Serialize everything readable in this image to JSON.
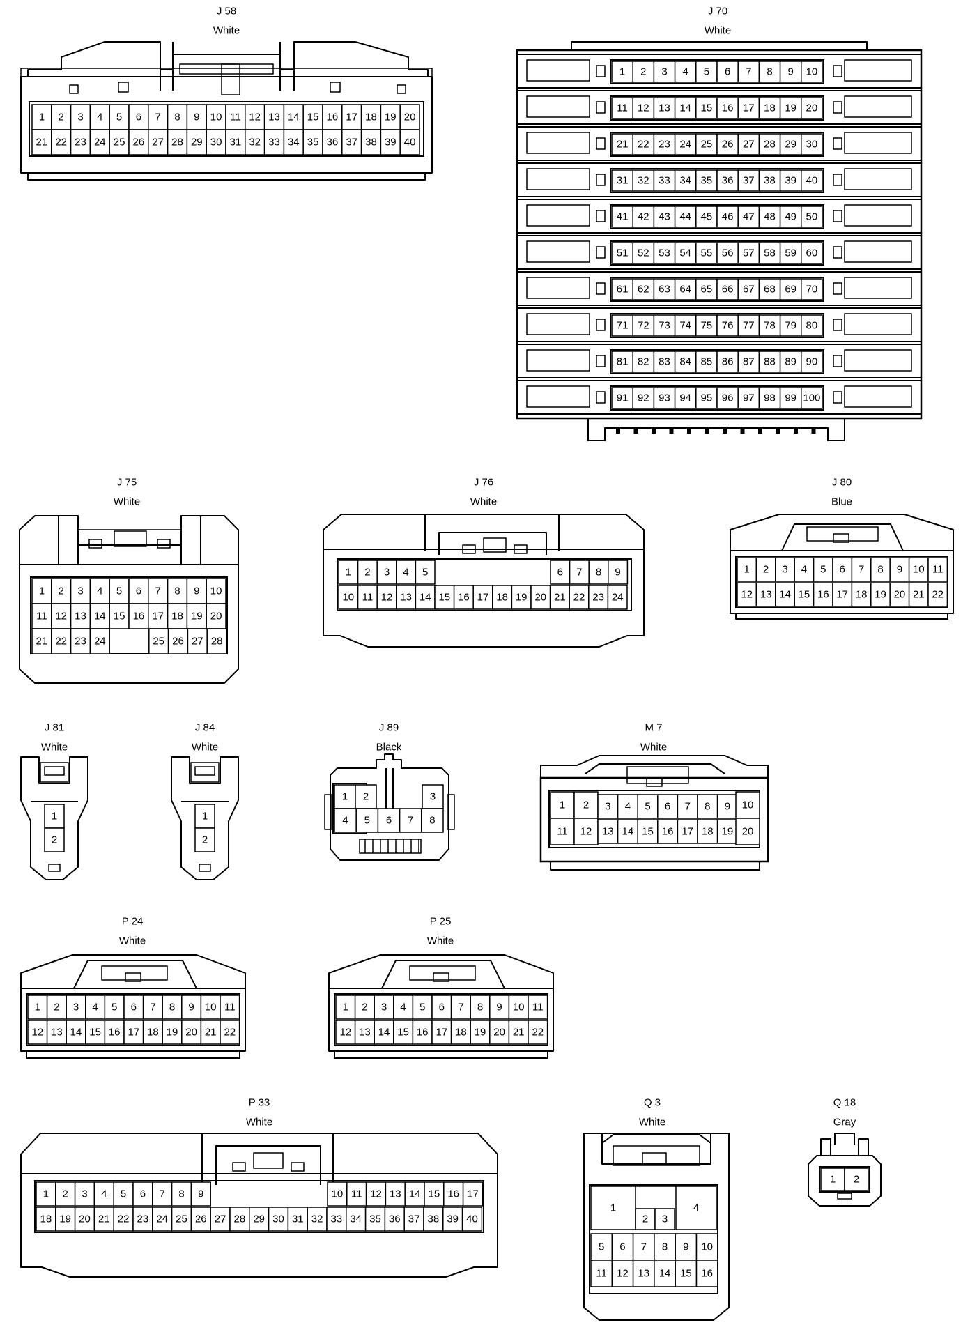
{
  "connectors": {
    "J58": {
      "id": "J 58",
      "color": "White",
      "pins": [
        "1",
        "2",
        "3",
        "4",
        "5",
        "6",
        "7",
        "8",
        "9",
        "10",
        "11",
        "12",
        "13",
        "14",
        "15",
        "16",
        "17",
        "18",
        "19",
        "20",
        "21",
        "22",
        "23",
        "24",
        "25",
        "26",
        "27",
        "28",
        "29",
        "30",
        "31",
        "32",
        "33",
        "34",
        "35",
        "36",
        "37",
        "38",
        "39",
        "40"
      ]
    },
    "J70": {
      "id": "J 70",
      "color": "White",
      "pins": [
        "1",
        "2",
        "3",
        "4",
        "5",
        "6",
        "7",
        "8",
        "9",
        "10",
        "11",
        "12",
        "13",
        "14",
        "15",
        "16",
        "17",
        "18",
        "19",
        "20",
        "21",
        "22",
        "23",
        "24",
        "25",
        "26",
        "27",
        "28",
        "29",
        "30",
        "31",
        "32",
        "33",
        "34",
        "35",
        "36",
        "37",
        "38",
        "39",
        "40",
        "41",
        "42",
        "43",
        "44",
        "45",
        "46",
        "47",
        "48",
        "49",
        "50",
        "51",
        "52",
        "53",
        "54",
        "55",
        "56",
        "57",
        "58",
        "59",
        "60",
        "61",
        "62",
        "63",
        "64",
        "65",
        "66",
        "67",
        "68",
        "69",
        "70",
        "71",
        "72",
        "73",
        "74",
        "75",
        "76",
        "77",
        "78",
        "79",
        "80",
        "81",
        "82",
        "83",
        "84",
        "85",
        "86",
        "87",
        "88",
        "89",
        "90",
        "91",
        "92",
        "93",
        "94",
        "95",
        "96",
        "97",
        "98",
        "99",
        "100"
      ]
    },
    "J75": {
      "id": "J 75",
      "color": "White",
      "pins": [
        "1",
        "2",
        "3",
        "4",
        "5",
        "6",
        "7",
        "8",
        "9",
        "10",
        "11",
        "12",
        "13",
        "14",
        "15",
        "16",
        "17",
        "18",
        "19",
        "20",
        "21",
        "22",
        "23",
        "24",
        "25",
        "26",
        "27",
        "28"
      ]
    },
    "J76": {
      "id": "J 76",
      "color": "White",
      "pins": [
        "1",
        "2",
        "3",
        "4",
        "5",
        "6",
        "7",
        "8",
        "9",
        "10",
        "11",
        "12",
        "13",
        "14",
        "15",
        "16",
        "17",
        "18",
        "19",
        "20",
        "21",
        "22",
        "23",
        "24"
      ]
    },
    "J80": {
      "id": "J 80",
      "color": "Blue",
      "pins": [
        "1",
        "2",
        "3",
        "4",
        "5",
        "6",
        "7",
        "8",
        "9",
        "10",
        "11",
        "12",
        "13",
        "14",
        "15",
        "16",
        "17",
        "18",
        "19",
        "20",
        "21",
        "22"
      ]
    },
    "J81": {
      "id": "J 81",
      "color": "White",
      "pins": [
        "1",
        "2"
      ]
    },
    "J84": {
      "id": "J 84",
      "color": "White",
      "pins": [
        "1",
        "2"
      ]
    },
    "J89": {
      "id": "J 89",
      "color": "Black",
      "pins": [
        "1",
        "2",
        "3",
        "4",
        "5",
        "6",
        "7",
        "8"
      ]
    },
    "M7": {
      "id": "M 7",
      "color": "White",
      "pins": [
        "1",
        "2",
        "3",
        "4",
        "5",
        "6",
        "7",
        "8",
        "9",
        "10",
        "11",
        "12",
        "13",
        "14",
        "15",
        "16",
        "17",
        "18",
        "19",
        "20"
      ]
    },
    "P24": {
      "id": "P 24",
      "color": "White",
      "pins": [
        "1",
        "2",
        "3",
        "4",
        "5",
        "6",
        "7",
        "8",
        "9",
        "10",
        "11",
        "12",
        "13",
        "14",
        "15",
        "16",
        "17",
        "18",
        "19",
        "20",
        "21",
        "22"
      ]
    },
    "P25": {
      "id": "P 25",
      "color": "White",
      "pins": [
        "1",
        "2",
        "3",
        "4",
        "5",
        "6",
        "7",
        "8",
        "9",
        "10",
        "11",
        "12",
        "13",
        "14",
        "15",
        "16",
        "17",
        "18",
        "19",
        "20",
        "21",
        "22"
      ]
    },
    "P33": {
      "id": "P 33",
      "color": "White",
      "pins": [
        "1",
        "2",
        "3",
        "4",
        "5",
        "6",
        "7",
        "8",
        "9",
        "10",
        "11",
        "12",
        "13",
        "14",
        "15",
        "16",
        "17",
        "18",
        "19",
        "20",
        "21",
        "22",
        "23",
        "24",
        "25",
        "26",
        "27",
        "28",
        "29",
        "30",
        "31",
        "32",
        "33",
        "34",
        "35",
        "36",
        "37",
        "38",
        "39",
        "40"
      ]
    },
    "Q3": {
      "id": "Q 3",
      "color": "White",
      "pins": [
        "1",
        "2",
        "3",
        "4",
        "5",
        "6",
        "7",
        "8",
        "9",
        "10",
        "11",
        "12",
        "13",
        "14",
        "15",
        "16"
      ]
    },
    "Q18": {
      "id": "Q 18",
      "color": "Gray",
      "pins": [
        "1",
        "2"
      ]
    }
  }
}
